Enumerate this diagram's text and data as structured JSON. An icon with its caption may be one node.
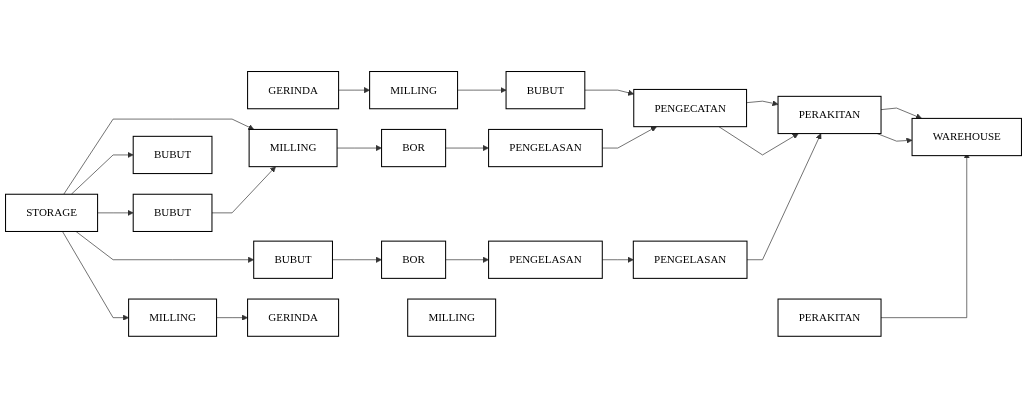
{
  "diagram": {
    "nodes": [
      {
        "text": [
          "STORAGE"
        ]
      },
      {
        "text": [
          "BUBUT"
        ]
      },
      {
        "text": [
          "BUBUT"
        ]
      },
      {
        "text": [
          "BOR"
        ]
      },
      {
        "text": [
          "PENGELASAN"
        ]
      },
      {
        "text": [
          "PENGELASAN"
        ]
      },
      {
        "text": [
          "WAREHOUSE"
        ]
      },
      {
        "text": [
          "BUBUT"
        ]
      },
      {
        "text": [
          "BUBUT"
        ]
      },
      {
        "text": [
          "BOR"
        ]
      },
      {
        "text": [
          "PENGECATAN"
        ]
      },
      {
        "text": [
          "PENGELASAN"
        ]
      },
      {
        "text": [
          "MILLING"
        ]
      },
      {
        "text": [
          "MILLING"
        ]
      },
      {
        "text": [
          "GERINDA"
        ]
      },
      {
        "text": [
          "PERAKITAN"
        ]
      },
      {
        "text": [
          "MILLING"
        ]
      },
      {
        "text": [
          "MILLING"
        ]
      },
      {
        "text": [
          "GERINDA"
        ]
      },
      {
        "text": [
          "PERAKITAN"
        ]
      }
    ],
    "edges": [
      {
        "from": 0,
        "to": 1,
        "arrow": "to"
      },
      {
        "from": 0,
        "to": 2,
        "arrow": "to"
      },
      {
        "from": 0,
        "to": 7,
        "arrow": "to"
      },
      {
        "from": 0,
        "to": 12,
        "arrow": "to"
      },
      {
        "from": 0,
        "to": 17,
        "arrow": "to"
      },
      {
        "from": 1,
        "to": 12,
        "arrow": "to"
      },
      {
        "from": 7,
        "to": 3,
        "arrow": "to"
      },
      {
        "from": 3,
        "to": 5,
        "arrow": "to"
      },
      {
        "from": 9,
        "to": 4,
        "arrow": "to"
      },
      {
        "from": 8,
        "to": 10,
        "arrow": "to"
      },
      {
        "from": 12,
        "to": 9,
        "arrow": "to"
      },
      {
        "from": 13,
        "to": 8,
        "arrow": "to"
      },
      {
        "from": 14,
        "to": 13,
        "arrow": "to"
      },
      {
        "from": 4,
        "to": 10,
        "arrow": "to"
      },
      {
        "from": 5,
        "to": 11,
        "arrow": "to"
      },
      {
        "from": 10,
        "to": 15,
        "arrow": "to"
      },
      {
        "from": 10,
        "to": 15,
        "arrow": "to"
      },
      {
        "from": 11,
        "to": 15,
        "arrow": "to"
      },
      {
        "from": 15,
        "to": 6,
        "arrow": "to"
      },
      {
        "from": 15,
        "to": 6,
        "arrow": "to"
      },
      {
        "from": 17,
        "to": 18,
        "arrow": "to"
      },
      {
        "from": 19,
        "to": 6,
        "arrow": "to"
      }
    ]
  }
}
